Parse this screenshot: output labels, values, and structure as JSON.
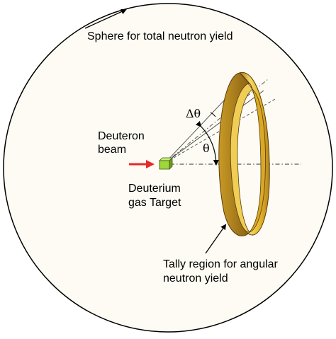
{
  "labels": {
    "sphere": "Sphere for total neutron yield",
    "beam_line1": "Deuteron",
    "beam_line2": "beam",
    "target_line1": "Deuterium",
    "target_line2": "gas Target",
    "tally_line1": "Tally region for angular",
    "tally_line2": "neutron yield",
    "delta_theta": "Δθ",
    "theta": "θ"
  },
  "colors": {
    "background": "#fdfbf3",
    "outline": "#000000",
    "ring_light": "#f5d868",
    "ring_mid": "#e2b328",
    "ring_dark": "#a8781a",
    "target": "#9fd63a",
    "beam_arrow": "#e8282a"
  },
  "icons": {
    "beam": "red-arrow",
    "target": "green-cube",
    "tally": "gold-ring"
  }
}
